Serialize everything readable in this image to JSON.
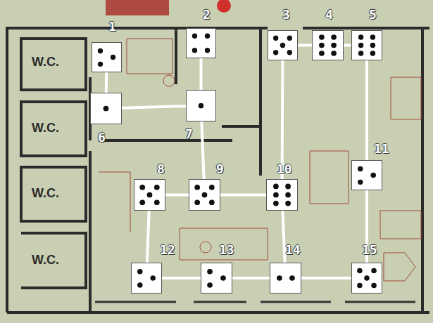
{
  "diagram": {
    "nodes": [
      {
        "text": [
          "1"
        ]
      },
      {
        "text": [
          "2"
        ]
      },
      {
        "text": [
          "3"
        ]
      },
      {
        "text": [
          "4"
        ]
      },
      {
        "text": [
          "5"
        ]
      },
      {
        "text": [
          "6"
        ]
      },
      {
        "text": [
          "7"
        ]
      },
      {
        "text": [
          "8"
        ]
      },
      {
        "text": [
          "9"
        ]
      },
      {
        "text": [
          "10"
        ]
      },
      {
        "text": [
          "11"
        ]
      },
      {
        "text": [
          "12"
        ]
      },
      {
        "text": [
          "13"
        ]
      },
      {
        "text": [
          "14"
        ]
      },
      {
        "text": [
          "15"
        ]
      }
    ],
    "edges": [
      {
        "from": 0,
        "to": 5,
        "arrow": "none"
      },
      {
        "from": 5,
        "to": 6,
        "arrow": "none"
      },
      {
        "from": 1,
        "to": 6,
        "arrow": "none"
      },
      {
        "from": 6,
        "to": 8,
        "arrow": "none"
      },
      {
        "from": 2,
        "to": 3,
        "arrow": "none"
      },
      {
        "from": 3,
        "to": 4,
        "arrow": "none"
      },
      {
        "from": 2,
        "to": 9,
        "arrow": "none"
      },
      {
        "from": 4,
        "to": 10,
        "arrow": "none"
      },
      {
        "from": 7,
        "to": 8,
        "arrow": "none"
      },
      {
        "from": 8,
        "to": 9,
        "arrow": "none"
      },
      {
        "from": 7,
        "to": 11,
        "arrow": "none"
      },
      {
        "from": 9,
        "to": 13,
        "arrow": "none"
      },
      {
        "from": 10,
        "to": 14,
        "arrow": "none"
      },
      {
        "from": 11,
        "to": 12,
        "arrow": "none"
      },
      {
        "from": 12,
        "to": 13,
        "arrow": "none"
      },
      {
        "from": 13,
        "to": 14,
        "arrow": "none"
      }
    ],
    "labels": [
      "W.C.",
      "W.C.",
      "W.C.",
      "W.C."
    ]
  }
}
